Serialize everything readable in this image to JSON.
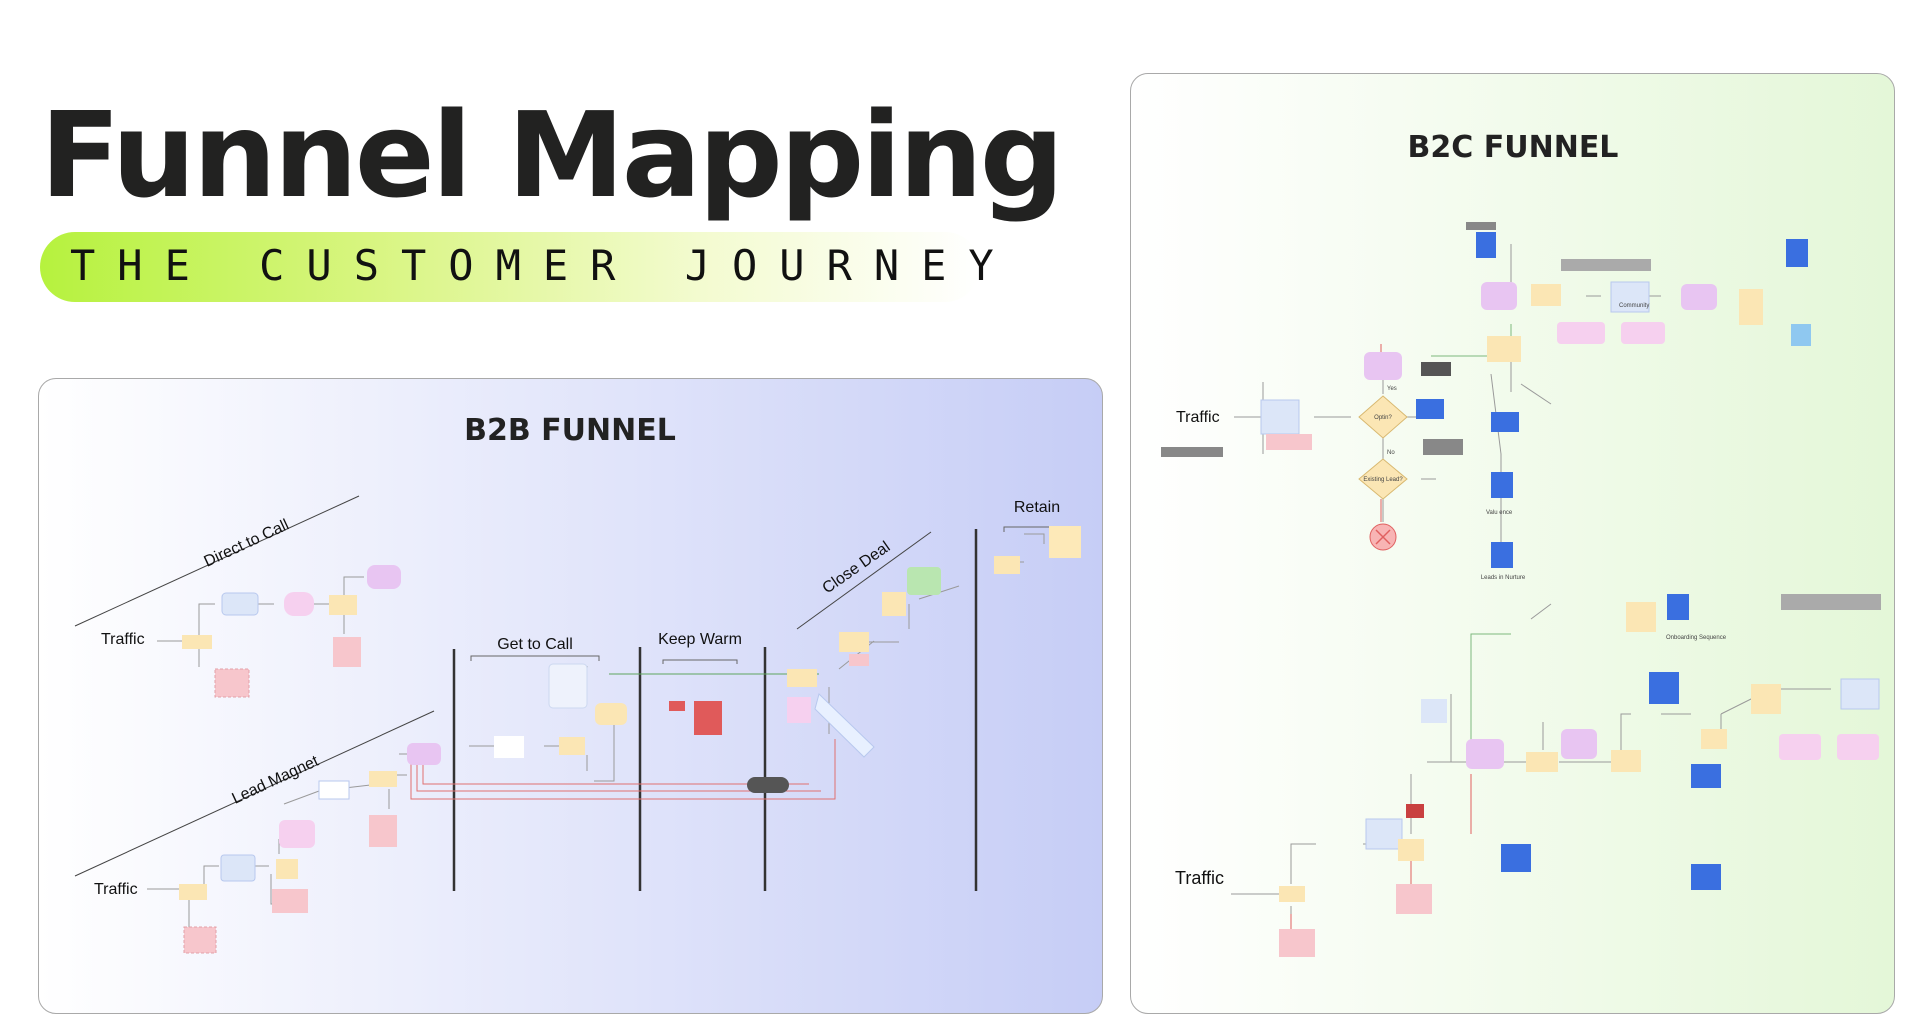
{
  "header": {
    "title": "Funnel Mapping",
    "subtitle": "THE CUSTOMER JOURNEY"
  },
  "b2b": {
    "title": "B2B FUNNEL",
    "stages": [
      "Direct to Call",
      "Lead Magnet",
      "Get to Call",
      "Keep Warm",
      "Close Deal",
      "Retain"
    ],
    "traffic_labels": [
      "Traffic",
      "Traffic"
    ]
  },
  "b2c": {
    "title": "B2C FUNNEL",
    "traffic_labels": [
      "Traffic",
      "Traffic"
    ],
    "small_labels": {
      "optin": "Optin?",
      "existing_lead": "Existing Lead?",
      "leads_in_nurture": "Leads in Nurture",
      "onboarding": "Onboarding Sequence",
      "community": "Community",
      "value_sequence": "Valu      ence",
      "yes": "Yes",
      "no": "No"
    }
  },
  "colors": {
    "accent_lime": "#b6f23e",
    "b2b_bg_end": "#c6cdf6",
    "b2c_bg_end": "#e4f7d8",
    "node_yellow": "#fbe6b4",
    "node_pink": "#f7c6cc",
    "node_purple": "#e8c5f2",
    "node_blue": "#dce6f8",
    "node_green": "#b9e6b0",
    "email_blue": "#3a6fe0",
    "line_red": "#e06060",
    "line_green": "#7db87d"
  }
}
